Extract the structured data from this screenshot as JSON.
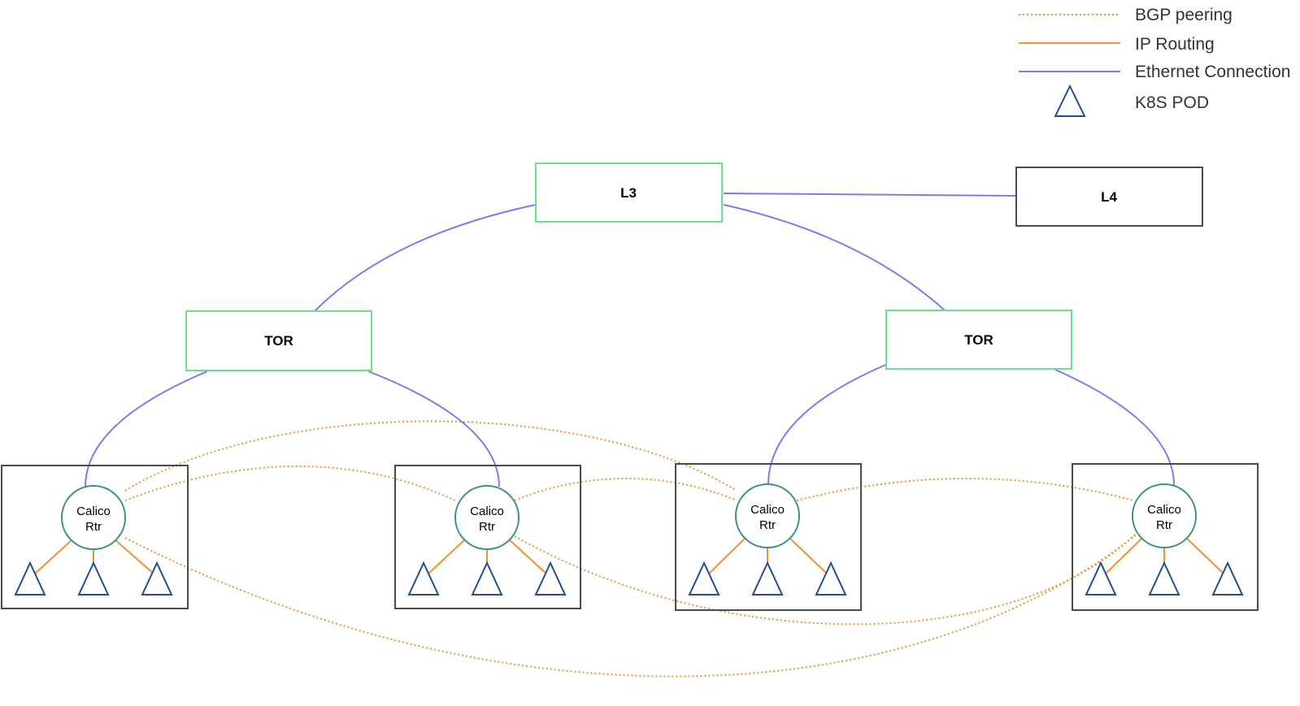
{
  "legend": {
    "bgp": "BGP peering",
    "ip": "IP Routing",
    "eth": "Ethernet Connection",
    "pod": "K8S POD"
  },
  "colors": {
    "ethernet": "#7b7bf0",
    "bgp": "#f0922e",
    "ip_routing": "#f0922e",
    "switch_border": "#6fe08a",
    "host_border": "#4a4a4a",
    "router_border": "#3a8f8c",
    "pod": "#1f4f8f"
  },
  "switches": {
    "l3": "L3",
    "l4": "L4",
    "tor_left": "TOR",
    "tor_right": "TOR"
  },
  "routers": [
    {
      "line1": "Calico",
      "line2": "Rtr"
    },
    {
      "line1": "Calico",
      "line2": "Rtr"
    },
    {
      "line1": "Calico",
      "line2": "Rtr"
    },
    {
      "line1": "Calico",
      "line2": "Rtr"
    }
  ]
}
